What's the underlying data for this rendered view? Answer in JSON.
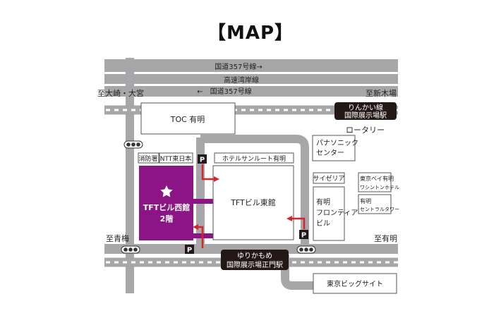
{
  "title": "【MAP】",
  "roads": {
    "route357_east": "国道357号線→",
    "bayshore": "高速湾岸線",
    "route357_west": "←　国道357号線",
    "to_omiya": "至大崎・大宮",
    "to_shinkiba": "至新木場",
    "to_aomi": "至青梅",
    "to_ariake": "至有明",
    "rotary": "ロータリー"
  },
  "buildings": {
    "toc": "TOC 有明",
    "fire_station": "消防署",
    "ntt": "NTT東日本",
    "hotel": "ホテルサンルート有明",
    "panasonic_1": "パナソニック",
    "panasonic_2": "センター",
    "saizeriya": "サイゼリア",
    "bay_hotel_1": "東京ベイ有明",
    "bay_hotel_2": "ワシントンホテル",
    "central_1": "有明",
    "central_2": "セントラルタワー",
    "frontier_1": "有明",
    "frontier_2": "フロンティア",
    "frontier_3": "ビル",
    "tft_west_1": "TFTビル西館",
    "tft_west_2": "2階",
    "tft_east": "TFTビル東館",
    "bigsight": "東京ビッグサイト"
  },
  "stations": {
    "rinkai_1": "りんかい線",
    "rinkai_2": "国際展示場駅",
    "yurikamome_1": "ゆりかもめ",
    "yurikamome_2": "国際展示場正門駅"
  },
  "parking_label": "P",
  "colors": {
    "road": "#a7a7a9",
    "purple": "#8b1585",
    "arrow": "#d6242a",
    "station_bg": "#231815"
  }
}
